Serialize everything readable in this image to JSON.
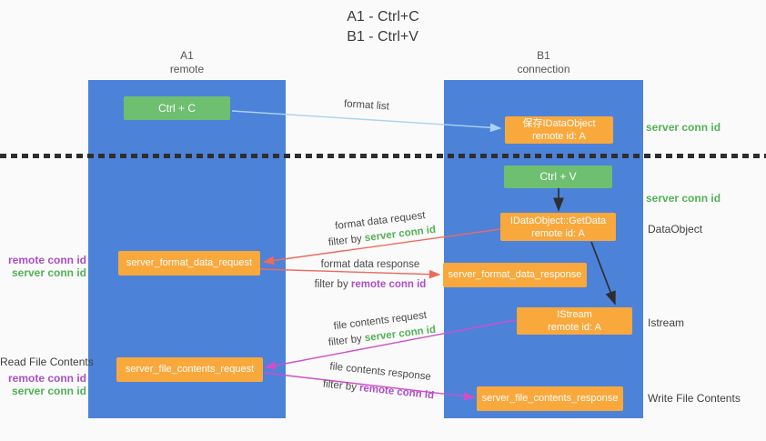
{
  "title": {
    "line1": "A1 - Ctrl+C",
    "line2": "B1 - Ctrl+V"
  },
  "colors": {
    "lane_blue": "#4d82d9",
    "node_green": "#6ebf70",
    "node_orange": "#f9a83c",
    "accent_green": "#52b155",
    "accent_purple": "#ab4fc4",
    "arrow_red": "#ed6a5f",
    "arrow_magenta": "#cf4fc9",
    "arrow_lightblue": "#a9d3f0",
    "arrow_black": "#2e2e2e"
  },
  "columns": {
    "a1": {
      "name": "A1",
      "subtitle": "remote"
    },
    "b1": {
      "name": "B1",
      "subtitle": "connection"
    }
  },
  "nodes": {
    "ctrl_c": {
      "label": "Ctrl + C"
    },
    "save_idataobject": {
      "line1": "保存IDataObject",
      "line2": "remote id: A"
    },
    "ctrl_v": {
      "label": "Ctrl + V"
    },
    "getdata": {
      "line1": "IDataObject::GetData",
      "line2": "remote id: A"
    },
    "format_request": {
      "label": "server_format_data_request"
    },
    "format_response": {
      "label": "server_format_data_response"
    },
    "istream": {
      "line1": "IStream",
      "line2": "remote id: A"
    },
    "file_request": {
      "label": "server_file_contents_request"
    },
    "file_response": {
      "label": "server_file_contents_response"
    }
  },
  "flows": {
    "format_list": {
      "text": "format list"
    },
    "format_request": {
      "line1": "format data request",
      "filter_prefix": "filter by ",
      "filter_key": "server conn id"
    },
    "format_response": {
      "line1": "format data response",
      "filter_prefix": "filter by ",
      "filter_key": "remote conn id"
    },
    "file_request": {
      "line1": "file contents request",
      "filter_prefix": "filter by ",
      "filter_key": "server conn id"
    },
    "file_response": {
      "line1": "file contents response",
      "filter_prefix": "filter by ",
      "filter_key": "remote conn id"
    }
  },
  "side_labels": {
    "right_server_conn_top": "server conn id",
    "right_server_conn_mid": "server conn id",
    "right_dataobject": "DataObject",
    "right_istream": "Istream",
    "right_write_file": "Write File Contents",
    "left_remote_conn_1": "remote conn id",
    "left_server_conn_1": "server conn id",
    "left_read_file": "Read File Contents",
    "left_remote_conn_2": "remote conn id",
    "left_server_conn_2": "server conn id"
  }
}
